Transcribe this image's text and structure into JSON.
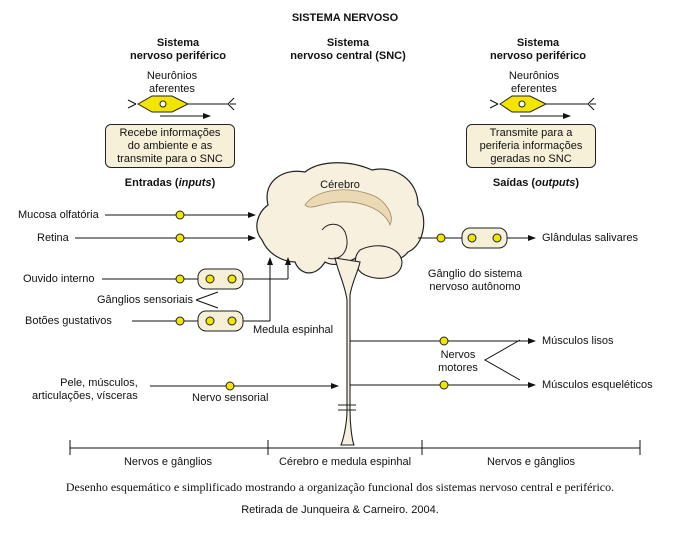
{
  "title": "SISTEMA NERVOSO",
  "columns": {
    "left": "Sistema\nnervoso periférico",
    "center": "Sistema\nnervoso central (SNC)",
    "right": "Sistema\nnervoso periférico"
  },
  "neurons": {
    "left_label": "Neurônios\naferentes",
    "right_label": "Neurônios\neferentes"
  },
  "boxes": {
    "left": "Recebe informações\ndo ambiente e as\ntransmite para o SNC",
    "right": "Transmite para a\nperiferia informações\ngeradas no SNC"
  },
  "headings": {
    "inputs_prefix": "Entradas (",
    "inputs_italic": "inputs",
    "inputs_suffix": ")",
    "outputs_prefix": "Saídas (",
    "outputs_italic": "outputs",
    "outputs_suffix": ")"
  },
  "brain_label": "Cérebro",
  "inputs": [
    "Mucosa olfatória",
    "Retina",
    "Ouvido interno",
    "Botões gustativos",
    "Pele, músculos,\narticulações, vísceras"
  ],
  "labels": {
    "ganglios_sensoriais": "Gânglios sensoriais",
    "medula": "Medula espinhal",
    "nervo_sensorial": "Nervo sensorial",
    "ganglio_autonomo": "Gânglio do sistema\nnervoso autônomo",
    "nervos_motores": "Nervos\nmotores"
  },
  "outputs": [
    "Glândulas salivares",
    "Músculos lisos",
    "Músculos esqueléticos"
  ],
  "bottom": {
    "left": "Nervos e gânglios",
    "center": "Cérebro e medula espinhal",
    "right": "Nervos e gânglios"
  },
  "caption": "Desenho esquemático e simplificado mostrando a organização funcional dos sistemas nervoso central e periférico.",
  "credit": "Retirada de Junqueira & Carneiro. 2004.",
  "colors": {
    "node": "#f2e600",
    "box": "#f6f0d8",
    "brain": "#f7f0df",
    "brain_fold": "#ead9b2"
  }
}
